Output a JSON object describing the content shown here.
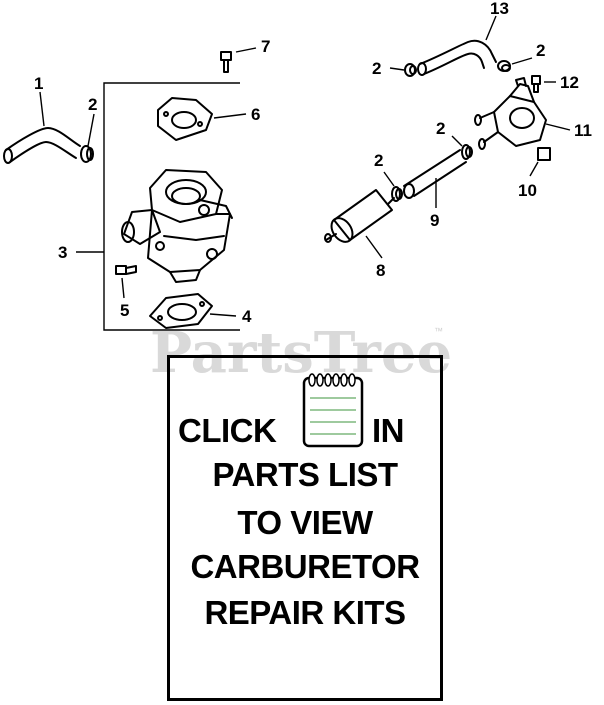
{
  "diagram": {
    "watermark": "PartsTree",
    "watermark_mark": "™",
    "callouts": {
      "c1": "1",
      "c2a": "2",
      "c2b": "2",
      "c2c": "2",
      "c2d": "2",
      "c2e": "2",
      "c3": "3",
      "c4": "4",
      "c5": "5",
      "c6": "6",
      "c7": "7",
      "c8": "8",
      "c9": "9",
      "c10": "10",
      "c11": "11",
      "c12": "12",
      "c13": "13"
    }
  },
  "notice": {
    "line1_left": "CLICK",
    "line1_right": "IN",
    "line2": "PARTS LIST",
    "line3": "TO VIEW",
    "line4": "CARBURETOR",
    "line5": "REPAIR KITS",
    "icon": "notepad-icon"
  }
}
